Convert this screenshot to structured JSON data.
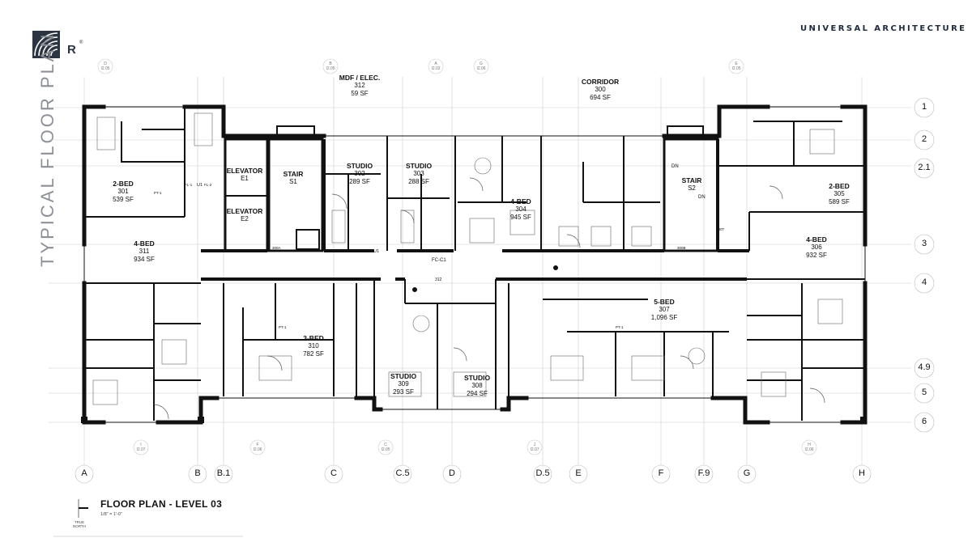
{
  "brand": "UNIVERSAL ARCHITECTURE",
  "logo_letter": "R",
  "logo_reg": "®",
  "vertical_title": "TYPICAL FLOOR PLAN",
  "floor_title": "FLOOR PLAN - LEVEL 03",
  "scale": "1/8\" = 1'-0\"",
  "north_label_1": "TRUE",
  "north_label_2": "NORTH",
  "rooms": [
    {
      "id": "r301",
      "name": "2-BED",
      "number": "301",
      "area": "539 SF"
    },
    {
      "id": "r311",
      "name": "4-BED",
      "number": "311",
      "area": "934 SF"
    },
    {
      "id": "relev1",
      "name": "ELEVATOR",
      "number": "E1",
      "area": ""
    },
    {
      "id": "relev2",
      "name": "ELEVATOR",
      "number": "E2",
      "area": ""
    },
    {
      "id": "rs1",
      "name": "STAIR",
      "number": "S1",
      "area": ""
    },
    {
      "id": "r302",
      "name": "STUDIO",
      "number": "302",
      "area": "289 SF"
    },
    {
      "id": "r303",
      "name": "STUDIO",
      "number": "303",
      "area": "288 SF"
    },
    {
      "id": "r304",
      "name": "4-BED",
      "number": "304",
      "area": "945 SF"
    },
    {
      "id": "rs2",
      "name": "STAIR",
      "number": "S2",
      "area": ""
    },
    {
      "id": "r305",
      "name": "2-BED",
      "number": "305",
      "area": "589 SF"
    },
    {
      "id": "r306",
      "name": "4-BED",
      "number": "306",
      "area": "932 SF"
    },
    {
      "id": "r310",
      "name": "3-BED",
      "number": "310",
      "area": "782 SF"
    },
    {
      "id": "r309",
      "name": "STUDIO",
      "number": "309",
      "area": "293 SF"
    },
    {
      "id": "r308",
      "name": "STUDIO",
      "number": "308",
      "area": "294 SF"
    },
    {
      "id": "r307",
      "name": "5-BED",
      "number": "307",
      "area": "1,096 SF"
    },
    {
      "id": "rmdf",
      "name": "MDF / ELEC.",
      "number": "312",
      "area": "59 SF"
    },
    {
      "id": "rcor",
      "name": "CORRIDOR",
      "number": "300",
      "area": "694 SF"
    }
  ],
  "grid_columns": [
    "A",
    "B",
    "B.1",
    "C",
    "C.5",
    "D",
    "D.5",
    "E",
    "F",
    "F.9",
    "G",
    "H"
  ],
  "grid_rows": [
    "1",
    "2",
    "2.1",
    "3",
    "4",
    "4.9",
    "5",
    "6"
  ],
  "top_refs": [
    {
      "letter": "D",
      "sheet": "I2.05"
    },
    {
      "letter": "B",
      "sheet": "I2.05"
    },
    {
      "letter": "A",
      "sheet": "I2.02"
    },
    {
      "letter": "G",
      "sheet": "I2.06"
    },
    {
      "letter": "E",
      "sheet": "I2.05"
    }
  ],
  "bottom_refs": [
    {
      "letter": "I",
      "sheet": "I2.07"
    },
    {
      "letter": "F",
      "sheet": "I2.06"
    },
    {
      "letter": "C",
      "sheet": "I2.05"
    },
    {
      "letter": "J",
      "sheet": "I2.07"
    },
    {
      "letter": "H",
      "sheet": "I2.06"
    }
  ],
  "small_tags": {
    "fc": "FC-C1",
    "corridor_no": "312",
    "door_300a": "300A",
    "door_300b": "300B",
    "door_300t": "300T",
    "dn": "DN",
    "u1": "U1",
    "fl1": "FL-1",
    "fl2": "FL-2",
    "pt1": "PT-1"
  }
}
